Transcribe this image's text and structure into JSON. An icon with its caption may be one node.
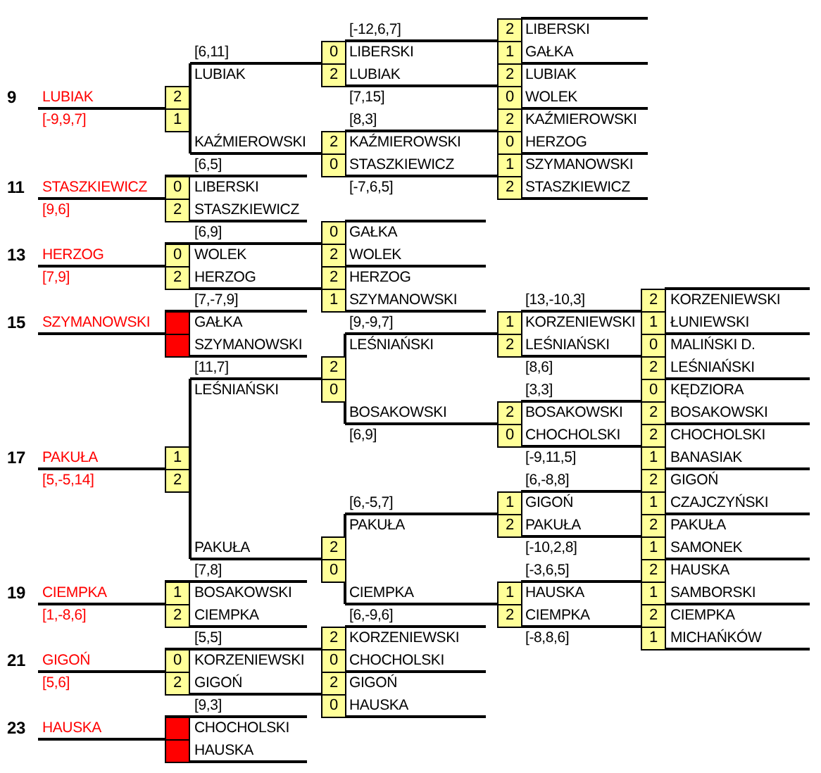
{
  "diagram": {
    "nodes": [
      {
        "text": [
          "2"
        ]
      },
      {
        "text": [
          "0"
        ]
      },
      {
        "text": [
          "1"
        ]
      },
      {
        "text": [
          "2"
        ]
      },
      {
        "text": [
          "2"
        ]
      },
      {
        "text": [
          "2"
        ]
      },
      {
        "text": [
          "0"
        ]
      },
      {
        "text": [
          "1"
        ]
      },
      {
        "text": [
          "2"
        ]
      },
      {
        "text": [
          "2"
        ]
      },
      {
        "text": [
          "0"
        ]
      },
      {
        "text": [
          "0"
        ]
      },
      {
        "text": [
          "1"
        ]
      },
      {
        "text": [
          "0"
        ]
      },
      {
        "text": [
          "2"
        ]
      },
      {
        "text": [
          "2"
        ]
      },
      {
        "text": [
          "0"
        ]
      },
      {
        "text": [
          "0"
        ]
      },
      {
        "text": [
          "2"
        ]
      },
      {
        "text": [
          "2"
        ]
      },
      {
        "text": [
          "2"
        ]
      },
      {
        "text": [
          "1"
        ]
      },
      {
        "text": [
          "2"
        ]
      },
      {
        "text": [],
        "shape": "box"
      },
      {
        "text": [
          "1"
        ]
      },
      {
        "text": [
          "1"
        ]
      },
      {
        "text": [],
        "shape": "box"
      },
      {
        "text": [
          "2"
        ]
      },
      {
        "text": [
          "0"
        ]
      },
      {
        "text": [
          "2"
        ]
      },
      {
        "text": [
          "2"
        ]
      },
      {
        "text": [
          "0"
        ]
      },
      {
        "text": [
          "0"
        ]
      },
      {
        "text": [
          "2"
        ]
      },
      {
        "text": [
          "2"
        ]
      },
      {
        "text": [
          "0"
        ]
      },
      {
        "text": [
          "2"
        ]
      },
      {
        "text": [
          "1"
        ]
      },
      {
        "text": [
          "1"
        ]
      },
      {
        "text": [
          "2"
        ]
      },
      {
        "text": [
          "2"
        ]
      },
      {
        "text": [
          "1"
        ]
      },
      {
        "text": [
          "1"
        ]
      },
      {
        "text": [
          "2"
        ]
      },
      {
        "text": [
          "2"
        ]
      },
      {
        "text": [
          "2"
        ]
      },
      {
        "text": [
          "1"
        ]
      },
      {
        "text": [
          "0"
        ]
      },
      {
        "text": [
          "2"
        ]
      },
      {
        "text": [
          "1"
        ]
      },
      {
        "text": [
          "1"
        ]
      },
      {
        "text": [
          "1"
        ]
      },
      {
        "text": [
          "2"
        ]
      },
      {
        "text": [
          "2"
        ]
      },
      {
        "text": [
          "2"
        ]
      },
      {
        "text": [
          "2"
        ]
      },
      {
        "text": [
          "1"
        ]
      },
      {
        "text": [
          "0"
        ]
      },
      {
        "text": [
          "0"
        ]
      },
      {
        "text": [
          "2"
        ]
      },
      {
        "text": [
          "2"
        ]
      },
      {
        "text": [
          "0"
        ]
      },
      {
        "text": [],
        "shape": "box"
      },
      {
        "text": [],
        "shape": "box"
      }
    ],
    "labels": [
      "[-12,6,7]",
      "LIBERSKI",
      "[6,11]",
      "LIBERSKI",
      "GAŁKA",
      "LUBIAK",
      "LUBIAK",
      "LUBIAK",
      "9",
      "LUBIAK",
      "[7,15]",
      "WOLEK",
      "[-9,9,7]",
      "[8,3]",
      "KAŹMIEROWSKI",
      "KAŹMIEROWSKI",
      "KAŹMIEROWSKI",
      "HERZOG",
      "[6,5]",
      "STASZKIEWICZ",
      "SZYMANOWSKI",
      "11",
      "STASZKIEWICZ",
      "LIBERSKI",
      "[-7,6,5]",
      "STASZKIEWICZ",
      "[9,6]",
      "STASZKIEWICZ",
      "[6,9]",
      "GAŁKA",
      "13",
      "HERZOG",
      "WOLEK",
      "WOLEK",
      "[7,9]",
      "HERZOG",
      "HERZOG",
      "[7,-7,9]",
      "SZYMANOWSKI",
      "[13,-10,3]",
      "KORZENIEWSKI",
      "15",
      "SZYMANOWSKI",
      "GAŁKA",
      "[9,-9,7]",
      "KORZENIEWSKI",
      "ŁUNIEWSKI",
      "SZYMANOWSKI",
      "LEŚNIAŃSKI",
      "LEŚNIAŃSKI",
      "MALIŃSKI D.",
      "[11,7]",
      "[8,6]",
      "LEŚNIAŃSKI",
      "LEŚNIAŃSKI",
      "[3,3]",
      "KĘDZIORA",
      "BOSAKOWSKI",
      "BOSAKOWSKI",
      "BOSAKOWSKI",
      "[6,9]",
      "CHOCHOLSKI",
      "CHOCHOLSKI",
      "17",
      "PAKUŁA",
      "[-9,11,5]",
      "BANASIAK",
      "[5,-5,14]",
      "[6,-8,8]",
      "GIGOŃ",
      "[6,-5,7]",
      "GIGOŃ",
      "CZAJCZYŃSKI",
      "PAKUŁA",
      "PAKUŁA",
      "PAKUŁA",
      "PAKUŁA",
      "[-10,2,8]",
      "SAMONEK",
      "[7,8]",
      "[-3,6,5]",
      "HAUSKA",
      "19",
      "CIEMPKA",
      "BOSAKOWSKI",
      "CIEMPKA",
      "HAUSKA",
      "SAMBORSKI",
      "[1,-8,6]",
      "CIEMPKA",
      "[6,-9,6]",
      "CIEMPKA",
      "CIEMPKA",
      "[5,5]",
      "KORZENIEWSKI",
      "[-8,8,6]",
      "MICHAŃKÓW",
      "21",
      "GIGOŃ",
      "KORZENIEWSKI",
      "CHOCHOLSKI",
      "[5,6]",
      "GIGOŃ",
      "GIGOŃ",
      "[9,3]",
      "HAUSKA",
      "23",
      "HAUSKA",
      "CHOCHOLSKI",
      "HAUSKA"
    ]
  }
}
